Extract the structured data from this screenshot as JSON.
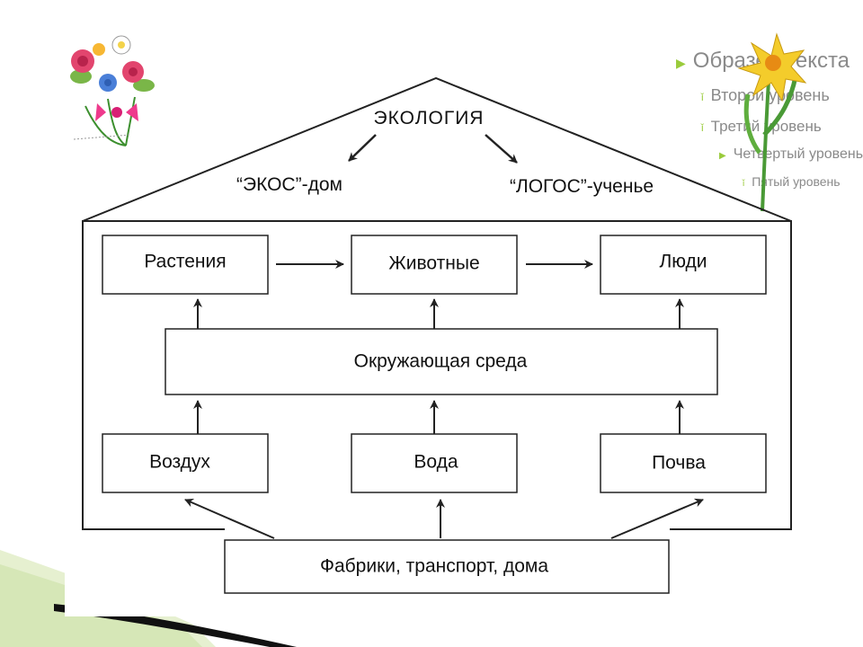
{
  "diagram": {
    "roof": {
      "title": "ЭКОЛОГИЯ",
      "left": "“ЭКОС”-дом",
      "right": "“ЛОГОС”-ученье"
    },
    "nodes": {
      "plants": "Растения",
      "animals": "Животные",
      "people": "Люди",
      "environment": "Окружающая среда",
      "air": "Воздух",
      "water": "Вода",
      "soil": "Почва",
      "sources": "Фабрики, транспорт, дома"
    }
  },
  "outline": {
    "level1": "Образец текста",
    "level2": "Второй уровень",
    "level3": "Третий уровень",
    "level4": "Четвертый уровень",
    "level5": "Пятый уровень"
  },
  "colors": {
    "line": "#222222",
    "bullet": "#9acb3c",
    "placeholder_text": "#8a8a8a"
  }
}
